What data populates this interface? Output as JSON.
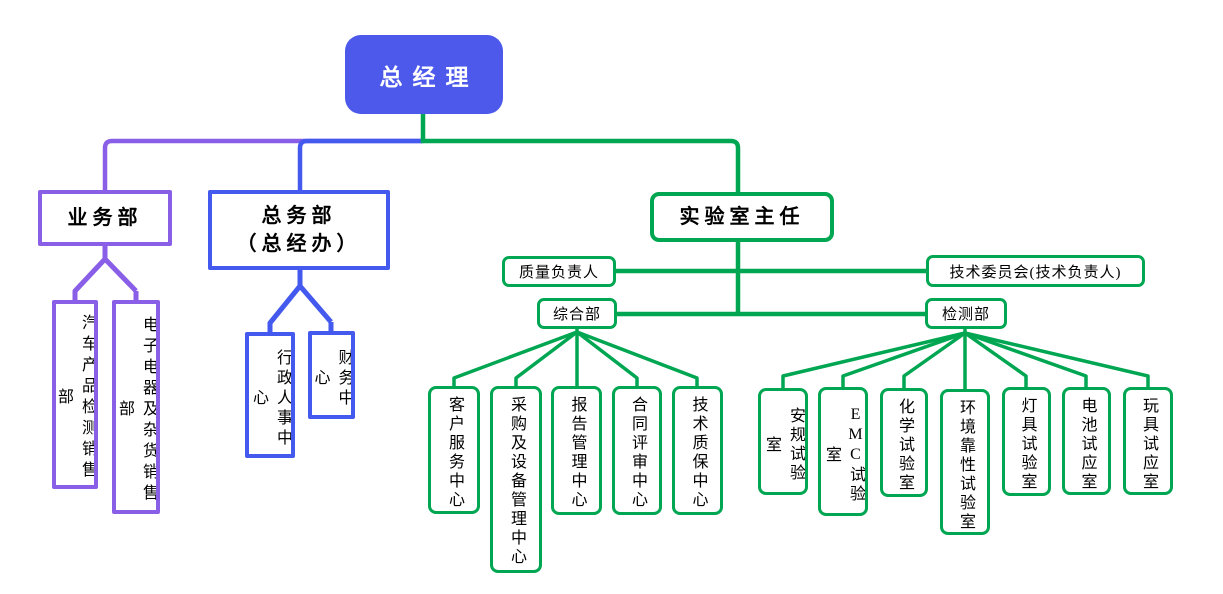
{
  "colors": {
    "root_fill": "#4c59ea",
    "purple_branch": "#8a5fe8",
    "blue_branch": "#4459ee",
    "green_branch": "#00a651"
  },
  "nodes": {
    "root": "总经理",
    "business": "业务部",
    "business_children": [
      "汽车产品检测销售部",
      "电子电器及杂货销售部"
    ],
    "general_office_line1": "总务部",
    "general_office_line2": "（总经办）",
    "general_office_children": [
      "行政人事中心",
      "财务中心"
    ],
    "lab_director": "实验室主任",
    "quality_lead": "质量负责人",
    "tech_committee": "技术委员会(技术负责人)",
    "comprehensive_dept": "综合部",
    "testing_dept": "检测部",
    "comprehensive_children": [
      "客户服务中心",
      "采购及设备管理中心",
      "报告管理中心",
      "合同评审中心",
      "技术质保中心"
    ],
    "testing_children": [
      "安规试验室",
      "EMC试验室",
      "化学试验室",
      "环境靠性试验室",
      "灯具试验室",
      "电池试应室",
      "玩具试应室"
    ]
  }
}
